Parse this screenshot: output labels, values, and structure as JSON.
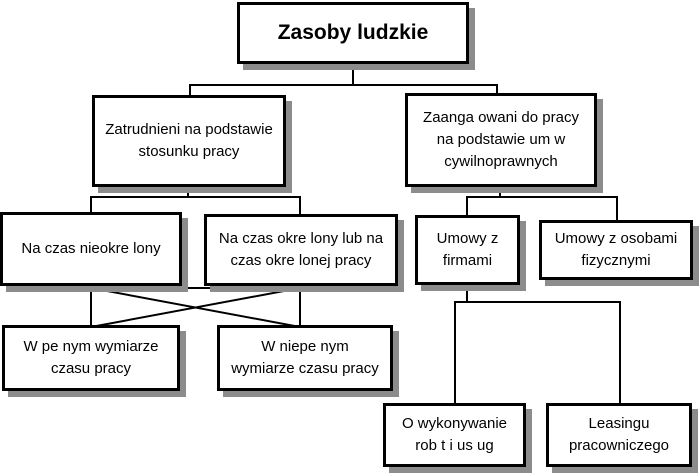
{
  "root": {
    "label": "Zasoby ludzkie"
  },
  "employees": {
    "label": "Zatrudnieni na podstawie\nstosunku pracy"
  },
  "contractors": {
    "label": "Zaanga  owani do pracy\nna podstawie um  w\ncywilnoprawnych"
  },
  "indefinite": {
    "label": "Na czas nieokre  lony"
  },
  "definite": {
    "label": "Na czas okre  lony lub na\nczas okre  lonej pracy"
  },
  "company_contracts": {
    "label": "Umowy z\nfirmami"
  },
  "individual_contracts": {
    "label": "Umowy z osobami\nfizycznymi"
  },
  "full_time": {
    "label": "W pe nym wymiarze\nczasu pracy"
  },
  "part_time": {
    "label": "W niepe nym\nwymiarze czasu pracy"
  },
  "work_contract": {
    "label": "O wykonywanie\nrob  t i us ug"
  },
  "leasing": {
    "label": "Leasingu\npracowniczego"
  }
}
